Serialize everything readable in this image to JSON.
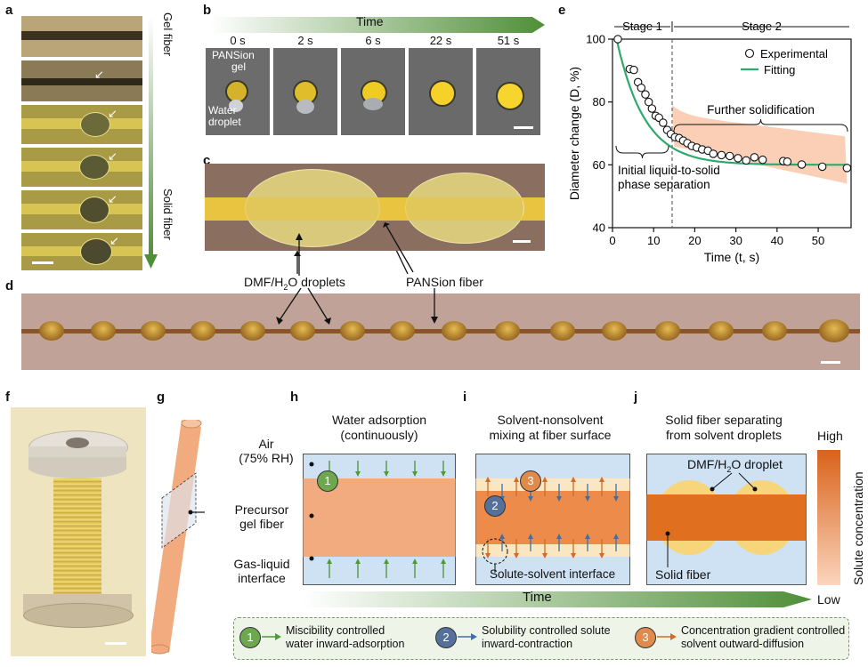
{
  "panels": {
    "a": "a",
    "b": "b",
    "c": "c",
    "d": "d",
    "e": "e",
    "f": "f",
    "g": "g",
    "h": "h",
    "i": "i",
    "j": "j"
  },
  "panel_a": {
    "top_label": "Gel fiber",
    "bottom_label": "Solid fiber"
  },
  "panel_b": {
    "time_label": "Time",
    "frames": [
      "0 s",
      "2 s",
      "6 s",
      "22 s",
      "51 s"
    ],
    "gel_label_1": "PANSion",
    "gel_label_2": "gel",
    "water_label_1": "Water",
    "water_label_2": "droplet"
  },
  "panel_c": {
    "droplet_label": "DMF/H",
    "droplet_sub": "2",
    "droplet_tail": "O droplets",
    "fiber_label": "PANSion fiber"
  },
  "panel_g": {
    "air_1": "Air",
    "air_2": "(75% RH)",
    "precursor_1": "Precursor",
    "precursor_2": "gel fiber",
    "interface_1": "Gas-liquid",
    "interface_2": "interface"
  },
  "panel_h": {
    "title_1": "Water adsorption",
    "title_2": "(continuously)",
    "badge": "1"
  },
  "panel_i": {
    "title_1": "Solvent-nonsolvent",
    "title_2": "mixing at fiber surface",
    "badge_2": "2",
    "badge_3": "3",
    "interface": "Solute-solvent interface"
  },
  "panel_j": {
    "title_1": "Solid fiber separating",
    "title_2": "from solvent droplets",
    "droplet_pre": "DMF/H",
    "droplet_sub": "2",
    "droplet_post": "O droplet",
    "fiber": "Solid fiber"
  },
  "colorbar": {
    "high": "High",
    "low": "Low",
    "label": "Solute concentration"
  },
  "time_arrow": "Time",
  "legend": {
    "item1_badge": "1",
    "item1_line1": "Miscibility controlled",
    "item1_line2": "water inward-adsorption",
    "item2_badge": "2",
    "item2_line1": "Solubility controlled solute",
    "item2_line2": "inward-contraction",
    "item3_badge": "3",
    "item3_line1": "Concentration gradient controlled",
    "item3_line2": "solvent outward-diffusion"
  },
  "colors": {
    "green": "#4f9a3a",
    "blue": "#3d6fb0",
    "orange": "#d46a2a",
    "fiber_light": "#f2ab7e",
    "fiber_dark": "#e0701f",
    "bg_blue": "#cfe2f3",
    "droplet_yellow": "#f7d57a",
    "fit_green": "#2eaa6e",
    "band": "#f9c7a8"
  },
  "chart_data": {
    "type": "scatter",
    "title": "",
    "xlabel": "Time (t, s)",
    "ylabel": "Diameter change (D, %)",
    "xlim": [
      0,
      58
    ],
    "ylim": [
      40,
      100
    ],
    "xticks": [
      0,
      10,
      20,
      30,
      40,
      50
    ],
    "yticks": [
      40,
      60,
      80,
      100
    ],
    "stage_divider_x": 14.5,
    "stage_labels": [
      "Stage 1",
      "Stage 2"
    ],
    "annotations": [
      "Further solidification",
      "Initial liquid-to-solid",
      "phase separation"
    ],
    "legend_position": "top-right",
    "series": [
      {
        "name": "Experimental",
        "kind": "scatter",
        "x": [
          1.3,
          4.2,
          5.2,
          6.2,
          7.0,
          8.0,
          8.8,
          9.6,
          10.5,
          11.3,
          12.3,
          13.3,
          14.2,
          15.2,
          16.2,
          17.2,
          18.2,
          19.3,
          20.5,
          21.8,
          23.2,
          24.5,
          26.5,
          28.5,
          30.5,
          32.5,
          34.5,
          36.5,
          41.5,
          42.5,
          46.0,
          51.0,
          57.0
        ],
        "y": [
          100,
          90.5,
          90.2,
          86.3,
          84.5,
          82.4,
          80.0,
          77.9,
          75.6,
          75.0,
          73.4,
          71.1,
          69.8,
          68.8,
          68.5,
          67.7,
          66.9,
          66.0,
          65.5,
          64.9,
          64.5,
          63.5,
          63.1,
          62.8,
          62.1,
          61.4,
          62.4,
          61.6,
          61.2,
          61.0,
          60.1,
          59.4,
          59.0
        ]
      },
      {
        "name": "Fitting",
        "kind": "line",
        "model": "exp-decay",
        "y_inf": 60,
        "y0": 100,
        "tau": 6.8
      }
    ],
    "band": {
      "upper_at_15": 76,
      "upper_at_57": 69,
      "lower_at_15": 66,
      "lower_at_57": 54
    }
  }
}
